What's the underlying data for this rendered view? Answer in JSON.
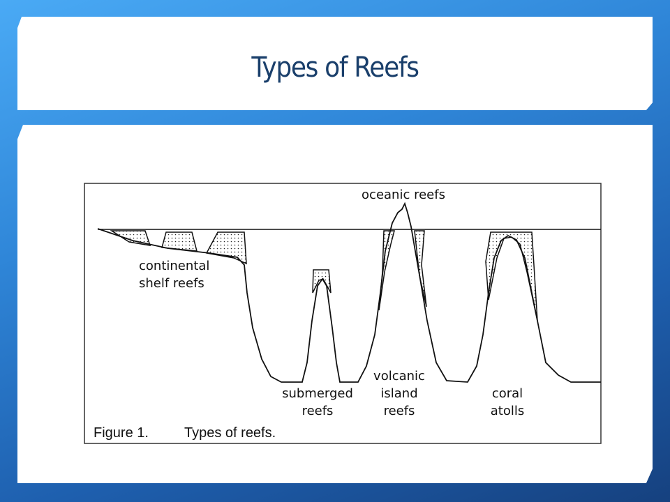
{
  "slide": {
    "title": "Types of Reefs"
  },
  "figure": {
    "caption_number": "Figure 1.",
    "caption_text": "Types of reefs.",
    "labels": {
      "oceanic": "oceanic reefs",
      "continental_1": "continental",
      "continental_2": "shelf reefs",
      "submerged_1": "submerged",
      "submerged_2": "reefs",
      "volcanic_1": "volcanic",
      "volcanic_2": "island",
      "volcanic_3": "reefs",
      "atoll_1": "coral",
      "atoll_2": "atolls"
    }
  }
}
